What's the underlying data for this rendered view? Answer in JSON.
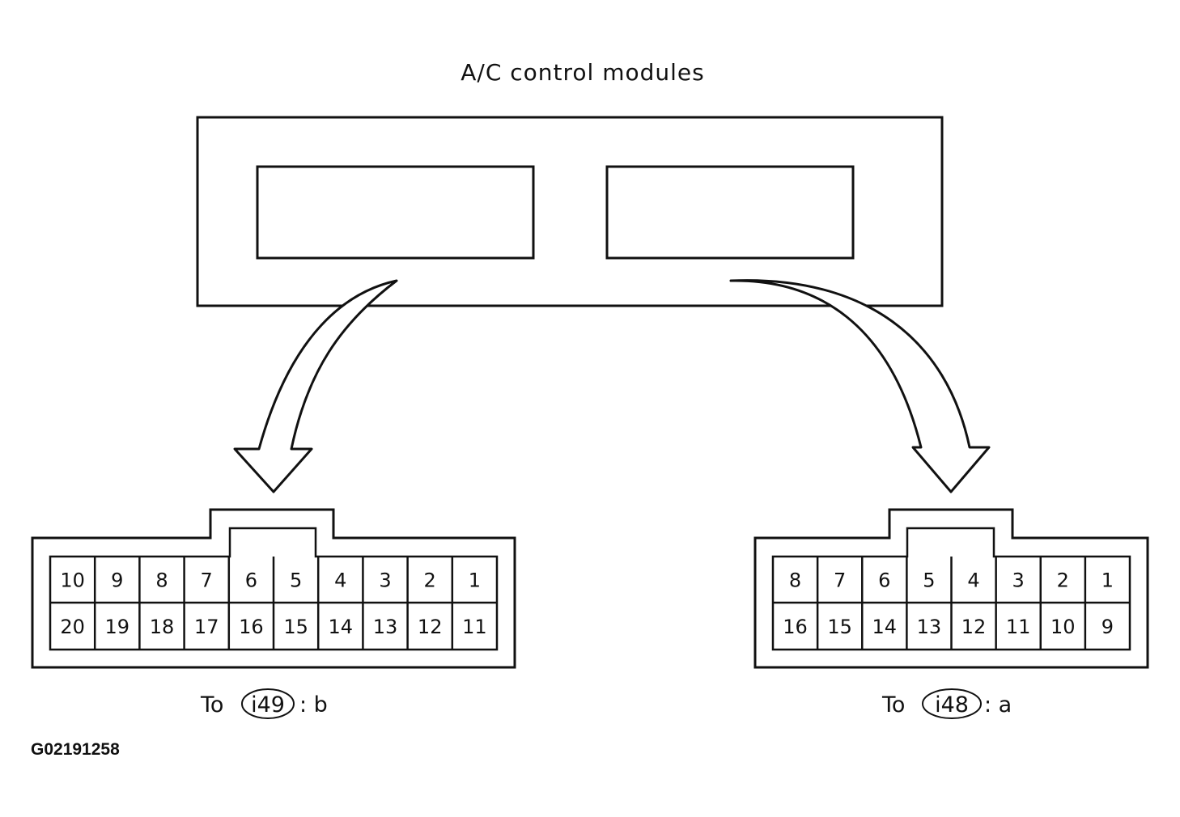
{
  "title": "A/C control modules",
  "connectors": [
    {
      "name": "b",
      "caption_prefix": "To",
      "caption_code": "i49",
      "caption_suffix": ": b",
      "top_row": [
        "10",
        "9",
        "8",
        "7",
        "6",
        "5",
        "4",
        "3",
        "2",
        "1"
      ],
      "bottom_row": [
        "20",
        "19",
        "18",
        "17",
        "16",
        "15",
        "14",
        "13",
        "12",
        "11"
      ]
    },
    {
      "name": "a",
      "caption_prefix": "To",
      "caption_code": "i48",
      "caption_suffix": ": a",
      "top_row": [
        "8",
        "7",
        "6",
        "5",
        "4",
        "3",
        "2",
        "1"
      ],
      "bottom_row": [
        "16",
        "15",
        "14",
        "13",
        "12",
        "11",
        "10",
        "9"
      ]
    }
  ],
  "figure_id": "G02191258"
}
